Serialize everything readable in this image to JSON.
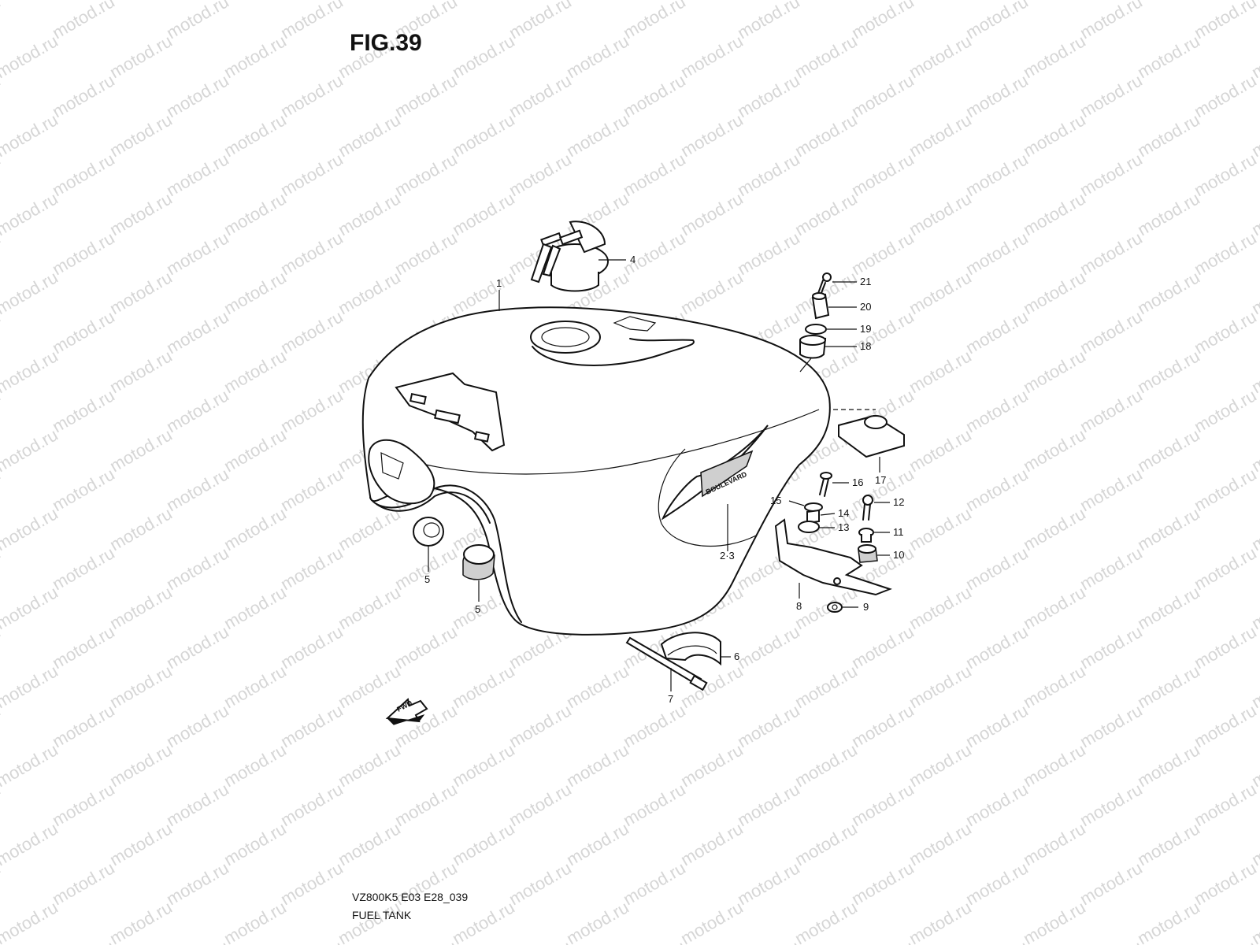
{
  "figure": {
    "title": "FIG.39",
    "model_code": "VZ800K5 E03 E28_039",
    "name": "FUEL TANK",
    "watermark_text": "motod.ru",
    "fwd_label": "FWD",
    "emblem_text": "BOULEVARD"
  },
  "callouts": [
    {
      "id": "c1",
      "label": "1"
    },
    {
      "id": "c2-3",
      "label": "2·3"
    },
    {
      "id": "c4",
      "label": "4"
    },
    {
      "id": "c5a",
      "label": "5"
    },
    {
      "id": "c5b",
      "label": "5"
    },
    {
      "id": "c6",
      "label": "6"
    },
    {
      "id": "c7",
      "label": "7"
    },
    {
      "id": "c8",
      "label": "8"
    },
    {
      "id": "c9",
      "label": "9"
    },
    {
      "id": "c10",
      "label": "10"
    },
    {
      "id": "c11",
      "label": "11"
    },
    {
      "id": "c12",
      "label": "12"
    },
    {
      "id": "c13",
      "label": "13"
    },
    {
      "id": "c14",
      "label": "14"
    },
    {
      "id": "c15",
      "label": "15"
    },
    {
      "id": "c16",
      "label": "16"
    },
    {
      "id": "c17",
      "label": "17"
    },
    {
      "id": "c18",
      "label": "18"
    },
    {
      "id": "c19",
      "label": "19"
    },
    {
      "id": "c20",
      "label": "20"
    },
    {
      "id": "c21",
      "label": "21"
    }
  ]
}
